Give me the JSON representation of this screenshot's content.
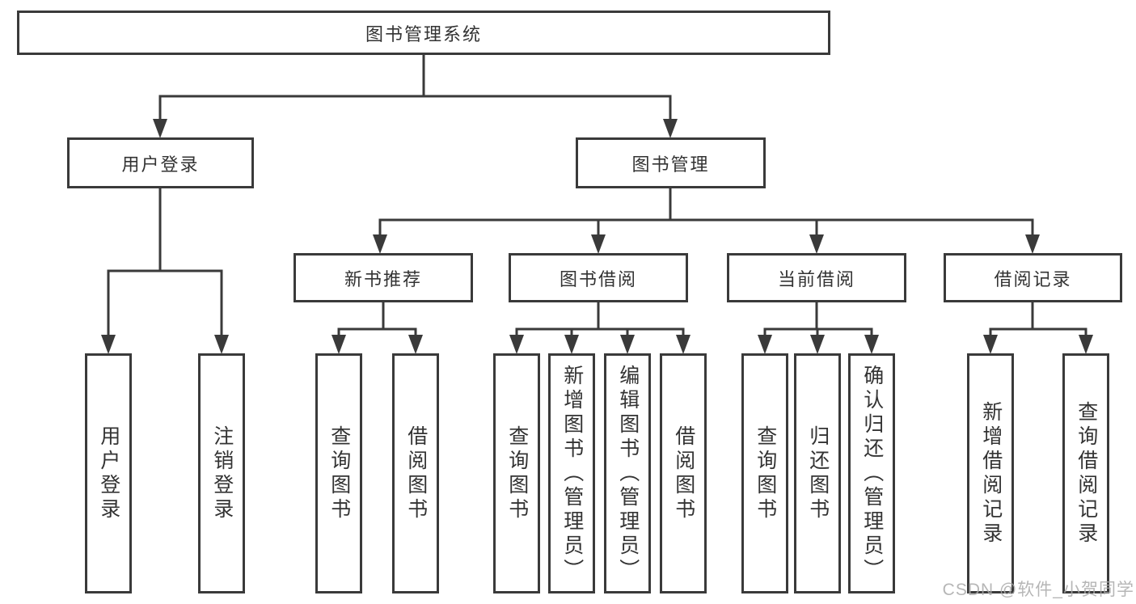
{
  "diagram": {
    "root_label": "图书管理系统",
    "branches": {
      "user_login": {
        "label": "用户登录",
        "children": [
          "用户登录",
          "注销登录"
        ]
      },
      "book_mgmt": {
        "label": "图书管理",
        "children": {
          "new_book_recommend": {
            "label": "新书推荐",
            "children": [
              "查询图书",
              "借阅图书"
            ]
          },
          "book_borrow": {
            "label": "图书借阅",
            "children": [
              "查询图书",
              "新增图书（管理员）",
              "编辑图书（管理员）",
              "借阅图书"
            ]
          },
          "current_borrow": {
            "label": "当前借阅",
            "children": [
              "查询图书",
              "归还图书",
              "确认归还（管理员）"
            ]
          },
          "borrow_record": {
            "label": "借阅记录",
            "children": [
              "新增借阅记录",
              "查询借阅记录"
            ]
          }
        }
      }
    }
  },
  "watermark": {
    "text": "CSDN @软件_小贺同学"
  },
  "colors": {
    "line": "#3a3a3a",
    "text": "#333333",
    "box_fill": "#ffffff",
    "watermark": "#aaaaaa",
    "background": "#ffffff"
  }
}
